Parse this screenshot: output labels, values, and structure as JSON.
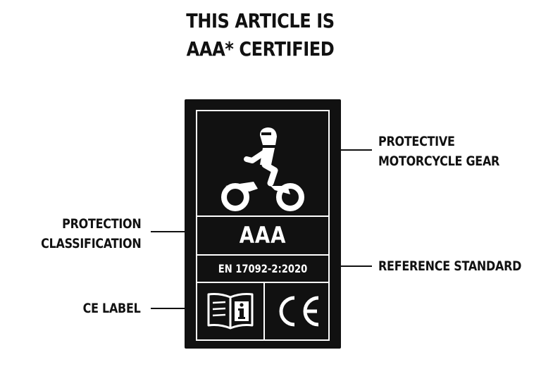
{
  "header": {
    "title_line1": "THIS ARTICLE IS",
    "title_line2": "AAA* CERTIFIED"
  },
  "label_card": {
    "classification": "AAA",
    "standard": "EN 17092-2:2020",
    "pictogram_icon": "motorcycle-rider-icon",
    "info_icon": "user-manual-info-icon",
    "ce_icon": "ce-mark-icon"
  },
  "callouts": {
    "gear_line1": "PROTECTIVE",
    "gear_line2": "MOTORCYCLE GEAR",
    "classification_line1": "PROTECTION",
    "classification_line2": "CLASSIFICATION",
    "standard": "REFERENCE STANDARD",
    "ce": "CE LABEL"
  },
  "colors": {
    "ink": "#111111",
    "background": "#ffffff"
  }
}
